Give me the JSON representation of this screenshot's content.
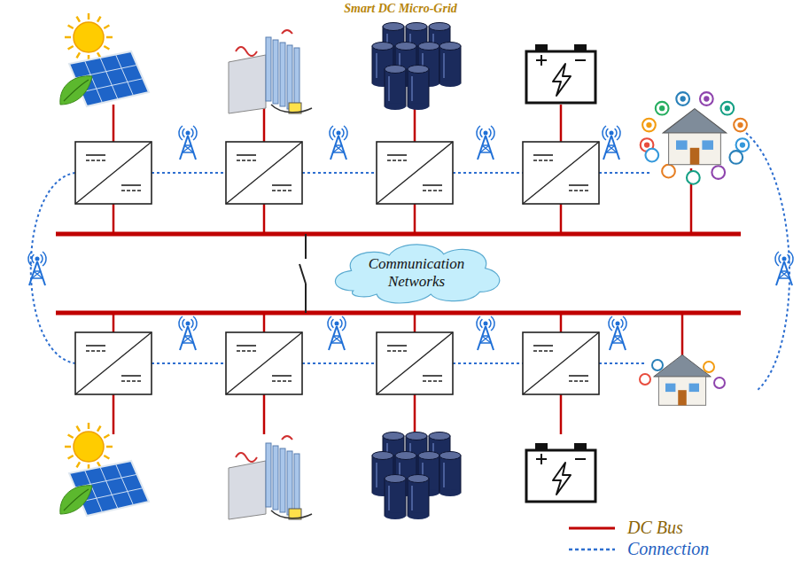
{
  "diagram": {
    "title": "Smart DC Micro-Grid",
    "nodes": [
      {
        "text": [
          "Communication Networks"
        ]
      }
    ],
    "legend": [
      {
        "text": "DC Bus"
      },
      {
        "text": "Connection"
      }
    ]
  }
}
